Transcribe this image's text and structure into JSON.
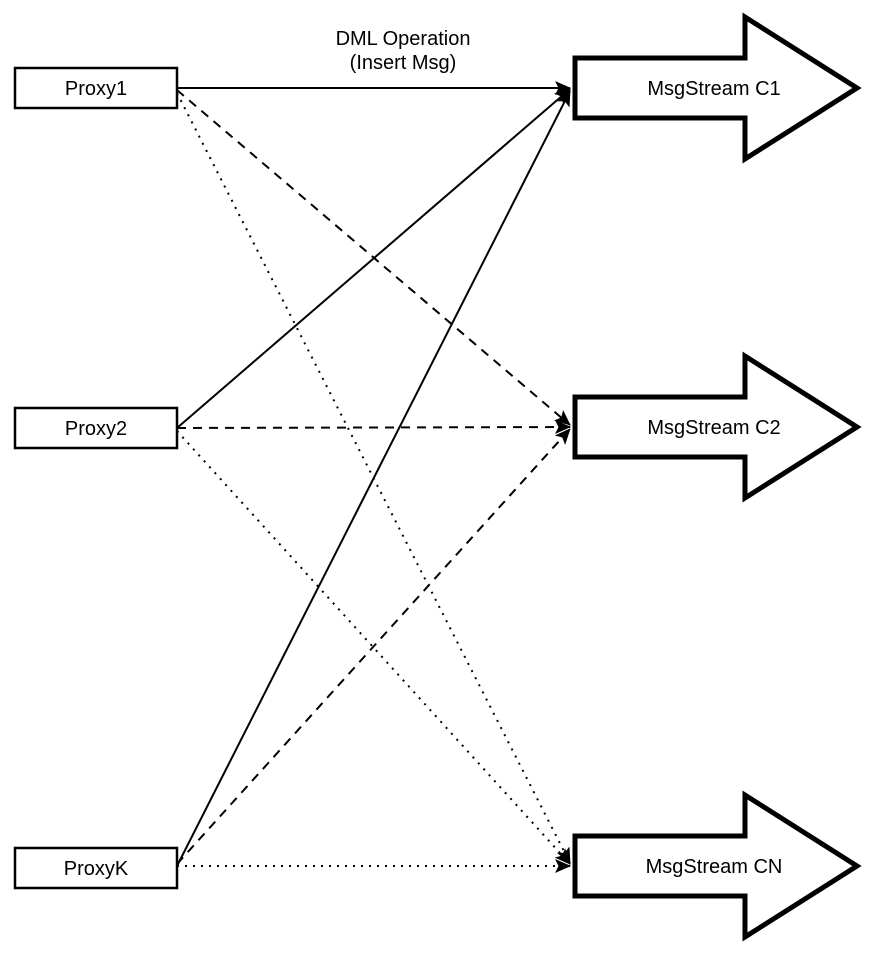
{
  "diagram": {
    "edge_label": {
      "line1": "DML Operation",
      "line2": "(Insert Msg)"
    },
    "proxies": [
      {
        "label": "Proxy1"
      },
      {
        "label": "Proxy2"
      },
      {
        "label": "ProxyK"
      }
    ],
    "streams": [
      {
        "label": "MsgStream C1"
      },
      {
        "label": "MsgStream C2"
      },
      {
        "label": "MsgStream CN"
      }
    ],
    "connections": [
      {
        "from": "Proxy1",
        "to": "MsgStream C1",
        "line_style": "solid"
      },
      {
        "from": "Proxy2",
        "to": "MsgStream C1",
        "line_style": "solid"
      },
      {
        "from": "ProxyK",
        "to": "MsgStream C1",
        "line_style": "solid"
      },
      {
        "from": "Proxy1",
        "to": "MsgStream C2",
        "line_style": "dashed"
      },
      {
        "from": "Proxy2",
        "to": "MsgStream C2",
        "line_style": "dashed"
      },
      {
        "from": "ProxyK",
        "to": "MsgStream C2",
        "line_style": "dashed"
      },
      {
        "from": "Proxy1",
        "to": "MsgStream CN",
        "line_style": "dotted"
      },
      {
        "from": "Proxy2",
        "to": "MsgStream CN",
        "line_style": "dotted"
      },
      {
        "from": "ProxyK",
        "to": "MsgStream CN",
        "line_style": "dotted"
      }
    ],
    "colors": {
      "line": "#000000",
      "shape_fill": "#ffffff",
      "background": "#ffffff"
    }
  }
}
